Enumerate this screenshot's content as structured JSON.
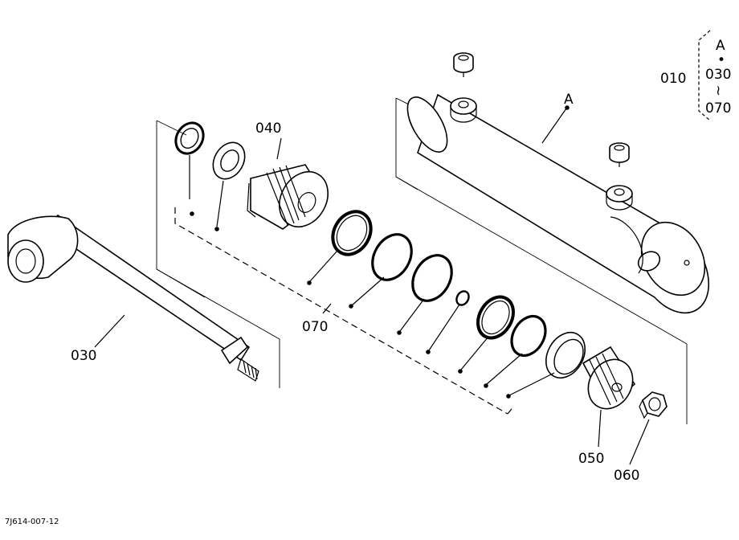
{
  "diagram": {
    "labels": {
      "p010": "010",
      "p030": "030",
      "p040": "040",
      "p050": "050",
      "p060": "060",
      "p070": "070",
      "ref_a": "A"
    },
    "legend": {
      "a": "A",
      "dot": "•",
      "start": "030",
      "tilde": "≀",
      "end": "070"
    },
    "drawing_code": "7J614-007-12"
  }
}
